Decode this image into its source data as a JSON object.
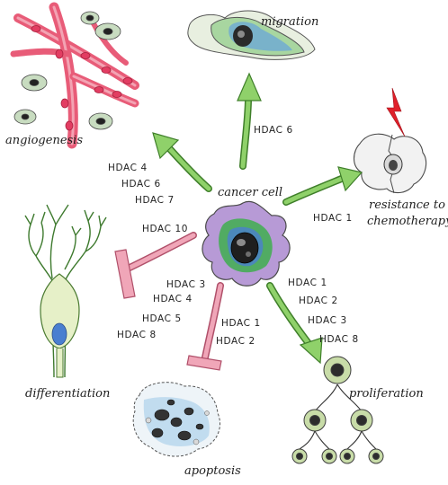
{
  "colors": {
    "promote_arrow": "#8fd16a",
    "promote_arrow_stroke": "#3f7f2a",
    "inhibit_arrow": "#f0a6b8",
    "inhibit_arrow_stroke": "#b0506a",
    "cell_green": "#3fae4f",
    "cell_blue": "#4a7fd0",
    "cell_purple": "#b79ad6",
    "vessel_red": "#e85c78",
    "lightning_red": "#e0202a"
  },
  "icons": [
    "cancer-cell-icon",
    "migrating-cell-icon",
    "blood-vessel-icon",
    "chemo-resistant-cell-icon",
    "neuron-cell-icon",
    "apoptotic-cell-icon",
    "dividing-cell-icon",
    "lightning-icon"
  ],
  "labels": {
    "center": "cancer cell",
    "migration": "migration",
    "angiogenesis": "angiogenesis",
    "resistance_line1": "resistance to",
    "resistance_line2": "chemotherapy",
    "differentiation": "differentiation",
    "apoptosis": "apoptosis",
    "proliferation": "proliferation"
  },
  "hdac_groups": {
    "migration": [
      "HDAC 6"
    ],
    "angiogenesis": [
      "HDAC 4",
      "HDAC 6",
      "HDAC 7",
      "HDAC 10"
    ],
    "resistance": [
      "HDAC 1"
    ],
    "differentiation": [
      "HDAC 3",
      "HDAC 4",
      "HDAC 5",
      "HDAC 8"
    ],
    "apoptosis": [
      "HDAC 1",
      "HDAC 2"
    ],
    "proliferation": [
      "HDAC 1",
      "HDAC 2",
      "HDAC 3",
      "HDAC 8"
    ]
  }
}
